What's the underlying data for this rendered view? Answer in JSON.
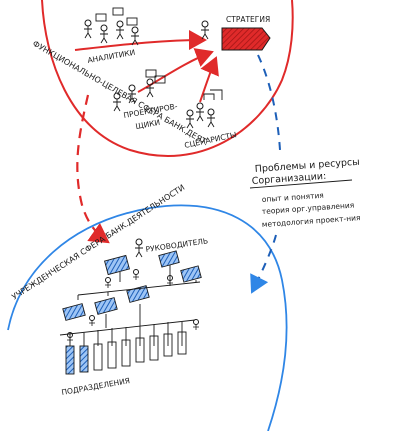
{
  "labels": {
    "strategy": "СТРАТЕГИЯ",
    "analysts": "АНАЛИТИКИ",
    "designers_1": "ПРОЕКТИРОВ-",
    "designers_2": "ЩИКИ",
    "screenwriters": "СЦЕНАРИСТЫ",
    "functional_zone": "ФУНКЦИОНАЛЬНО-ЦЕЛЕВАЯ СФЕРА БАНК.ДЕЯТ.",
    "institutional_zone": "УЧРЕЖДЕНЧЕСКАЯ СФЕРА БАНК.ДЕЯТЕЛЬНОСТИ",
    "manager": "РУКОВОДИТЕЛЬ",
    "divisions": "ПОДРАЗДЕЛЕНИЯ"
  },
  "resources": {
    "title_1": "Проблемы и ресурсы",
    "title_2": "Сорганизации:",
    "items": [
      "опыт и понятия",
      "теория орг.управления",
      "методология проект-ния"
    ]
  },
  "colors": {
    "red": "#e02a2a",
    "blue": "#2f86e6",
    "dark_blue": "#1d5fb8",
    "ink": "#1a1a1a"
  }
}
